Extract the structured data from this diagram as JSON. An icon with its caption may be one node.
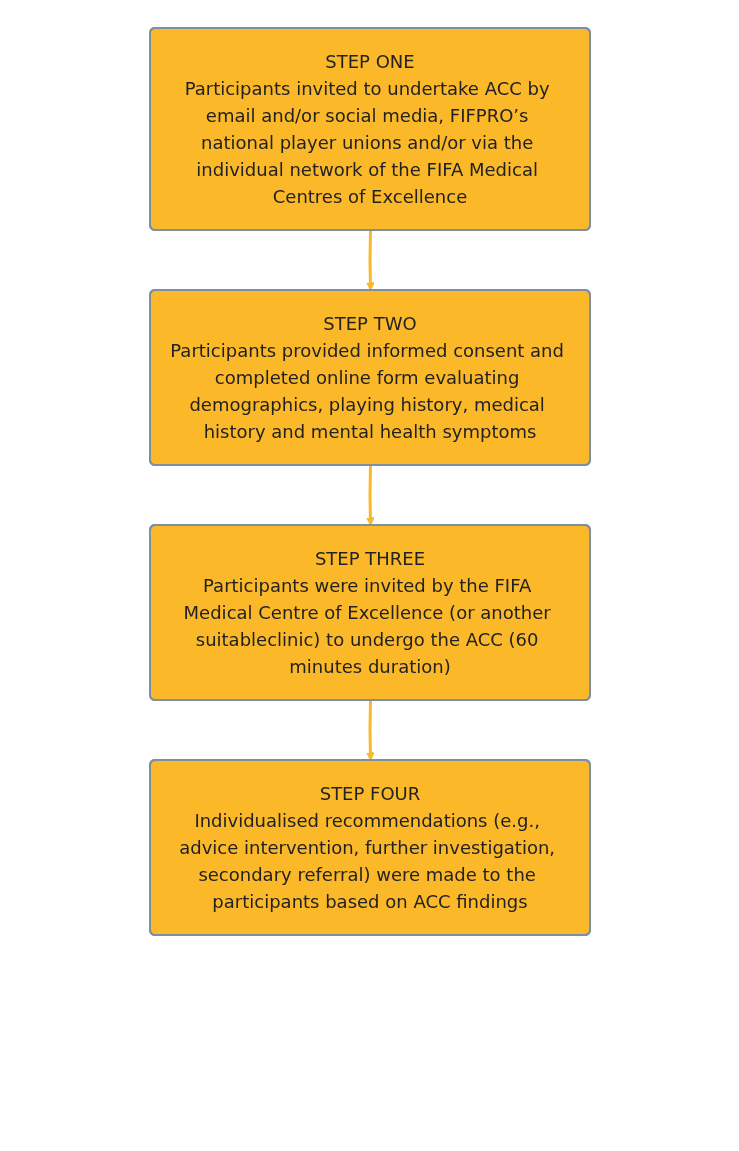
{
  "diagram": {
    "nodes": [
      {
        "text": [
          "STEP ONE",
          "Participants invited to undertake ACC by email and/or social media, FIFPRO’s national player unions and/or via the individual network of the FIFA Medical Centres of Excellence"
        ]
      },
      {
        "text": [
          "STEP TWO",
          "Participants provided informed consent and completed online form evaluating demographics, playing history, medical history and mental health symptoms"
        ]
      },
      {
        "text": [
          "STEP THREE",
          "Participants were invited by the FIFA Medical Centre of Excellence (or another suitableclinic) to undergo the ACC (60 minutes duration)"
        ]
      },
      {
        "text": [
          "STEP FOUR",
          "Individualised recommendations (e.g., advice intervention, further investigation, secondary referral) were made to the participants based on ACC findings"
        ]
      }
    ],
    "edges": [
      {
        "from": 0,
        "to": 1,
        "arrow": "to"
      },
      {
        "from": 1,
        "to": 2,
        "arrow": "to"
      },
      {
        "from": 2,
        "to": 3,
        "arrow": "to"
      }
    ]
  }
}
